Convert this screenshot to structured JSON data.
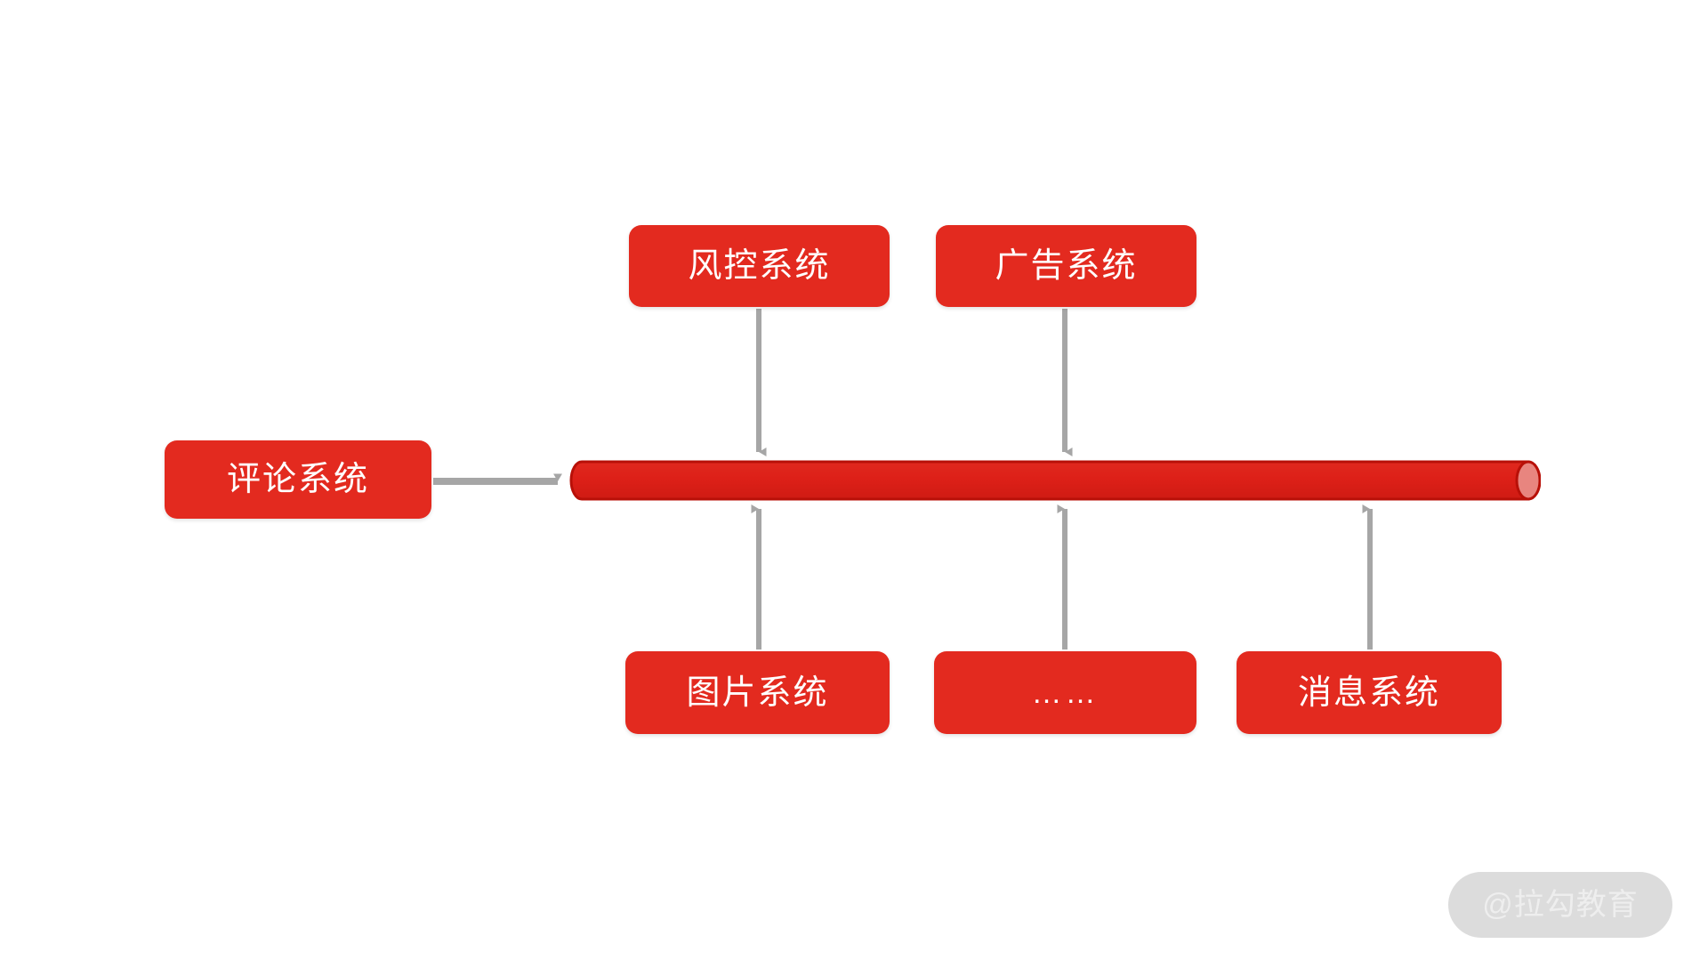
{
  "diagram": {
    "title": "",
    "background_color": "#ffffff",
    "node_color": "#e32a1f",
    "node_text_color": "#ffffff",
    "arrow_color": "#a6a6a6",
    "pipe": {
      "name": "message-queue-pipe",
      "label": "",
      "body_color": "#dd2018",
      "edge_color": "#b81008",
      "cap_color": "#e8857f"
    },
    "nodes": [
      {
        "id": "risk",
        "label": "风控系统",
        "row": "top"
      },
      {
        "id": "ad",
        "label": "广告系统",
        "row": "top"
      },
      {
        "id": "comment",
        "label": "评论系统",
        "row": "left"
      },
      {
        "id": "image",
        "label": "图片系统",
        "row": "bottom"
      },
      {
        "id": "ellipsis",
        "label": "……",
        "row": "bottom"
      },
      {
        "id": "message",
        "label": "消息系统",
        "row": "bottom"
      }
    ],
    "edges": [
      {
        "from": "comment",
        "to": "pipe",
        "direction": "right"
      },
      {
        "from": "risk",
        "to": "pipe",
        "direction": "down"
      },
      {
        "from": "ad",
        "to": "pipe",
        "direction": "down"
      },
      {
        "from": "image",
        "to": "pipe",
        "direction": "up"
      },
      {
        "from": "ellipsis",
        "to": "pipe",
        "direction": "up"
      },
      {
        "from": "message",
        "to": "pipe",
        "direction": "up"
      }
    ]
  },
  "watermark": {
    "text": "@拉勾教育",
    "pill_color": "#dcdcdc",
    "text_color": "#eeeeee"
  }
}
